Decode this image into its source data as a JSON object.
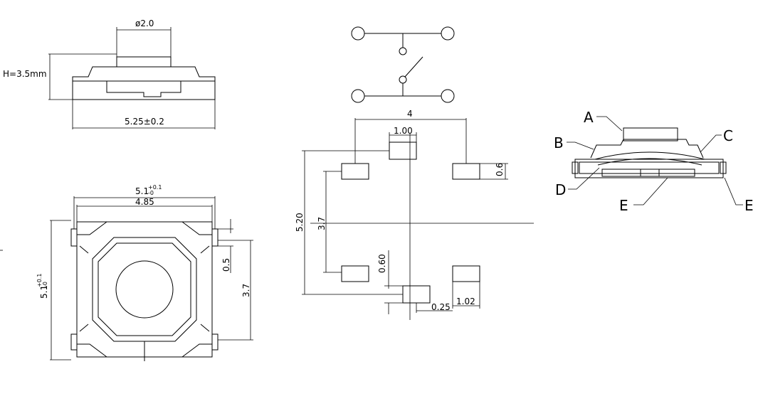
{
  "side_view": {
    "dia_label": "ø2.0",
    "height_label": "H=3.5mm",
    "width_label": "5.25±0.2"
  },
  "top_view": {
    "outer_width_main": "5.1",
    "outer_width_sup": "+0.1",
    "outer_width_sub": "-0",
    "inner_width_label": "4.85",
    "outer_height_main": "5.1",
    "outer_height_sup": "+0.1",
    "outer_height_sub": "-0",
    "tab_label": "0.5",
    "lead_span_label": "3.7"
  },
  "pad_layout": {
    "span_top_label": "4",
    "center_pad_label": "1.00",
    "pad_height_label": "0.6",
    "total_height_label": "5.20",
    "inner_height_label": "3.7",
    "small_pad_label": "0.60",
    "gap_label": "0.25",
    "pad_width_label": "1.02"
  },
  "cross_section": {
    "callouts": [
      "A",
      "B",
      "C",
      "D",
      "E",
      "E"
    ]
  }
}
